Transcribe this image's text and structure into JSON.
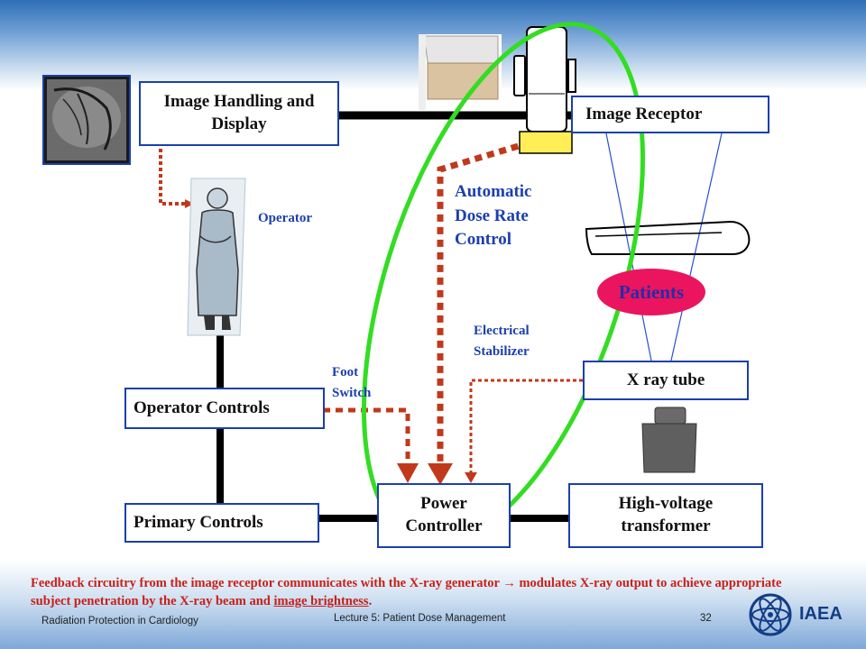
{
  "boxes": {
    "image_handling": "Image Handling and Display",
    "image_receptor": "Image Receptor",
    "operator_controls": "Operator Controls",
    "primary_controls": "Primary Controls",
    "power_controller": "Power Controller",
    "hv_transformer": "High-voltage transformer",
    "xray_tube": "X ray tube"
  },
  "labels": {
    "operator": "Operator",
    "adrc": "Automatic Dose Rate Control",
    "stabilizer": "Electrical Stabilizer",
    "foot_switch": "Foot Switch",
    "patients": "Patients"
  },
  "caption": {
    "main": "Feedback circuitry from the image receptor communicates with the X-ray generator → modulates X-ray output to achieve appropriate subject penetration by the X-ray beam and ",
    "emphasis": "image brightness",
    "end": "."
  },
  "footer": {
    "left": "Radiation Protection in Cardiology",
    "center": "Lecture 5: Patient Dose Management",
    "page": "32",
    "logo": "IAEA"
  },
  "colors": {
    "box_border": "#1b3fae",
    "feedback_dotted": "#c0391b",
    "highlight_ellipse": "#33dd22",
    "patients": "#ea155e",
    "caption": "#c8201a"
  }
}
